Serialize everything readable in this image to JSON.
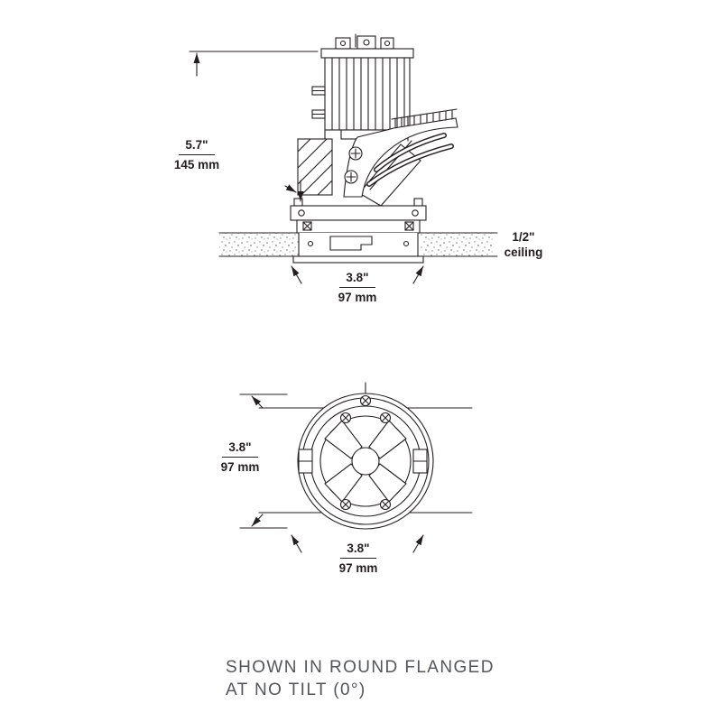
{
  "colors": {
    "ink": "#231f20",
    "caption_gray": "#54565a",
    "speckle_gray": "#a7a9ac"
  },
  "side_view": {
    "height_dim": {
      "in": "5.7\"",
      "mm": "145 mm"
    },
    "width_dim": {
      "in": "3.8\"",
      "mm": "97 mm"
    },
    "ceiling_note": {
      "line1": "1/2\"",
      "line2": "ceiling"
    }
  },
  "front_view": {
    "diameter_dim_left": {
      "in": "3.8\"",
      "mm": "97 mm"
    },
    "diameter_dim_bottom": {
      "in": "3.8\"",
      "mm": "97 mm"
    }
  },
  "caption": {
    "line1": "SHOWN IN ROUND FLANGED",
    "line2": "AT NO TILT (0°)"
  }
}
